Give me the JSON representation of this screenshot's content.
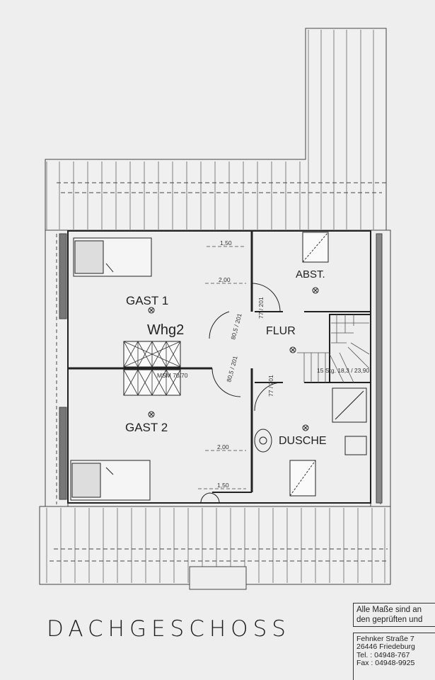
{
  "plan": {
    "title": "DACHGESCHOSS",
    "unit_label": "Whg2",
    "rooms": {
      "gast1": "GAST 1",
      "gast2": "GAST 2",
      "abst": "ABST.",
      "flur": "FLUR",
      "dusche": "DUSCHE"
    },
    "dimensions": {
      "d150_top": "1,50",
      "d200_top": "2,00",
      "d200_bottom": "2,00",
      "d150_bottom": "1,50",
      "door_abst": "77 / 201",
      "door_gast1": "80,5 / 201",
      "door_gast2": "80,5 / 201",
      "door_dusche": "77 / 201",
      "stairs": "15 Stg. 18,3 / 23,90",
      "dormer": "MSM 70/70"
    }
  },
  "notes": {
    "line1": "Alle Maße sind an",
    "line2": "den geprüften und"
  },
  "address": {
    "street": "Fehnker Straße 7",
    "city": "26446 Friedeburg",
    "tel": "Tel. :  04948-767",
    "fax": "Fax :  04948-9925"
  }
}
